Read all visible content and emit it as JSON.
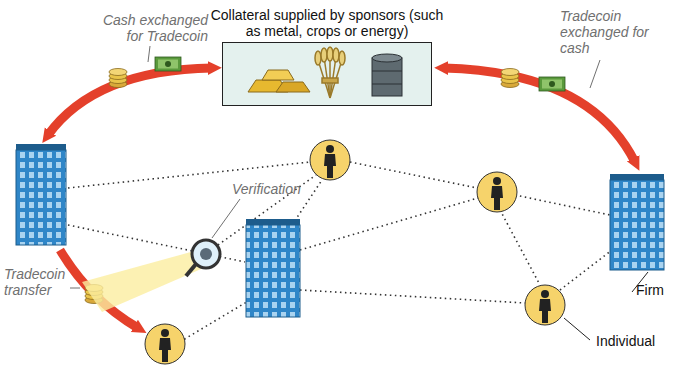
{
  "diagram": {
    "nodes": [
      {
        "text": [
          "Collateral supplied by sponsors (such as metal, crops or energy)"
        ]
      }
    ],
    "labels": [
      "Cash exchanged for Tradecoin",
      "Tradecoin exchanged for cash",
      "Verification",
      "Tradecoin transfer",
      "Firm",
      "Individual"
    ]
  }
}
